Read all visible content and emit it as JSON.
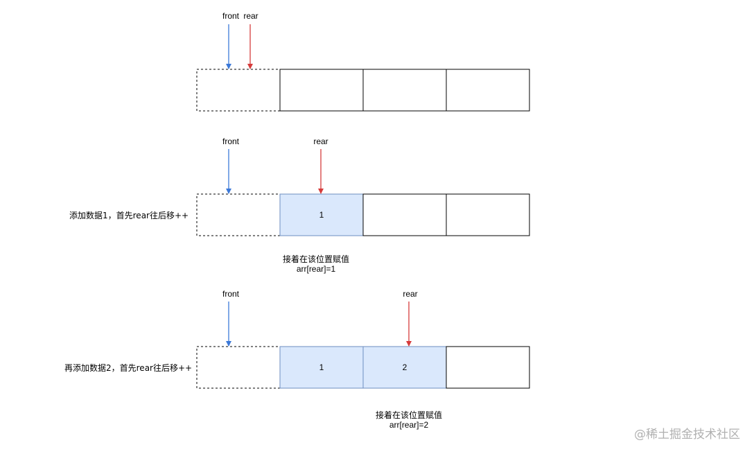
{
  "colors": {
    "front_arrow": "#3b78d8",
    "rear_arrow": "#d63b3b",
    "filled_cell": "#dae8fc",
    "filled_border": "#6c8ebf",
    "cell_border": "#000000",
    "watermark": "#b0b0b0"
  },
  "steps": [
    {
      "front_label": "front",
      "rear_label": "rear",
      "side_text": "",
      "cells": [
        "",
        "",
        "",
        ""
      ],
      "filled": [
        false,
        false,
        false,
        false
      ],
      "note_line1": "",
      "note_line2": ""
    },
    {
      "front_label": "front",
      "rear_label": "rear",
      "side_text": "添加数据1，首先rear往后移++",
      "cells": [
        "",
        "1",
        "",
        ""
      ],
      "filled": [
        false,
        true,
        false,
        false
      ],
      "note_line1": "接着在该位置赋值",
      "note_line2": "arr[rear]=1"
    },
    {
      "front_label": "front",
      "rear_label": "rear",
      "side_text": "再添加数据2，首先rear往后移++",
      "cells": [
        "",
        "1",
        "2",
        ""
      ],
      "filled": [
        false,
        true,
        true,
        false
      ],
      "note_line1": "接着在该位置赋值",
      "note_line2": "arr[rear]=2"
    }
  ],
  "watermark": "@稀土掘金技术社区"
}
